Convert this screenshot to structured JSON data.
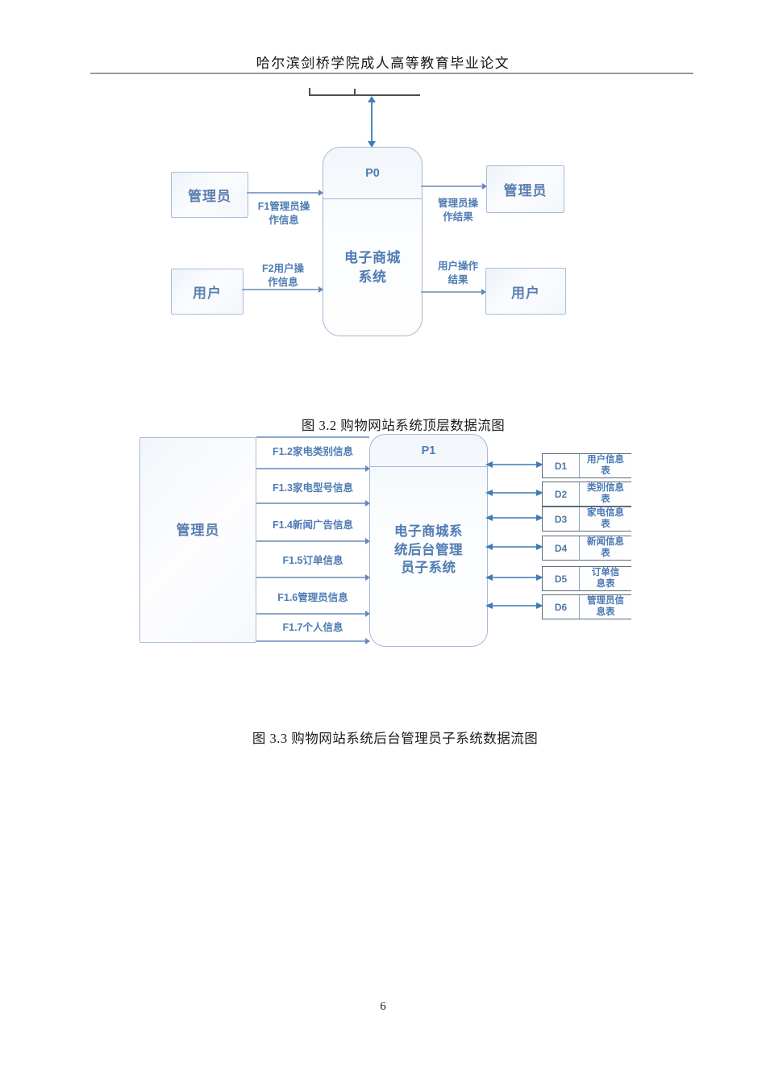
{
  "page": {
    "header": "哈尔滨剑桥学院成人高等教育毕业论文",
    "page_number": "6"
  },
  "colors": {
    "diagram_text_blue": "#4f7cb3",
    "box_border_blue": "#a3b8d3",
    "flow_line_blue": "#8ca7c8",
    "strong_arrow_blue": "#3f7cba",
    "datastore_border_gray": "#5e6a78",
    "header_rule_gray": "#9b9b9b",
    "document_text": "#1b1b1b"
  },
  "diagram1": {
    "caption": "图 3.2 购物网站系统顶层数据流图",
    "process": {
      "id": "P0",
      "name_lines": [
        "电子商城",
        "系统"
      ]
    },
    "entities": {
      "left_admin": "管理员",
      "left_user": "用户",
      "right_admin": "管理员",
      "right_user": "用户"
    },
    "flows": {
      "f1": [
        "F1管理员操",
        "作信息"
      ],
      "f2": [
        "F2用户操",
        "作信息"
      ],
      "admin_result": [
        "管理员操",
        "作结果"
      ],
      "user_result": [
        "用户操作",
        "结果"
      ]
    }
  },
  "diagram2": {
    "caption": "图 3.3 购物网站系统后台管理员子系统数据流图",
    "entity": "管理员",
    "process": {
      "id": "P1",
      "name_lines": [
        "电子商城系",
        "统后台管理",
        "员子系统"
      ]
    },
    "flows": [
      "F1.2家电类别信息",
      "F1.3家电型号信息",
      "F1.4新闻广告信息",
      "F1.5订单信息",
      "F1.6管理员信息",
      "F1.7个人信息"
    ],
    "datastores": [
      {
        "id": "D1",
        "name_lines": [
          "用户信息",
          "表"
        ]
      },
      {
        "id": "D2",
        "name_lines": [
          "类别信息",
          "表"
        ]
      },
      {
        "id": "D3",
        "name_lines": [
          "家电信息",
          "表"
        ]
      },
      {
        "id": "D4",
        "name_lines": [
          "新闻信息",
          "表"
        ]
      },
      {
        "id": "D5",
        "name_lines": [
          "订单信",
          "息表"
        ]
      },
      {
        "id": "D6",
        "name_lines": [
          "管理员信",
          "息表"
        ]
      }
    ]
  }
}
